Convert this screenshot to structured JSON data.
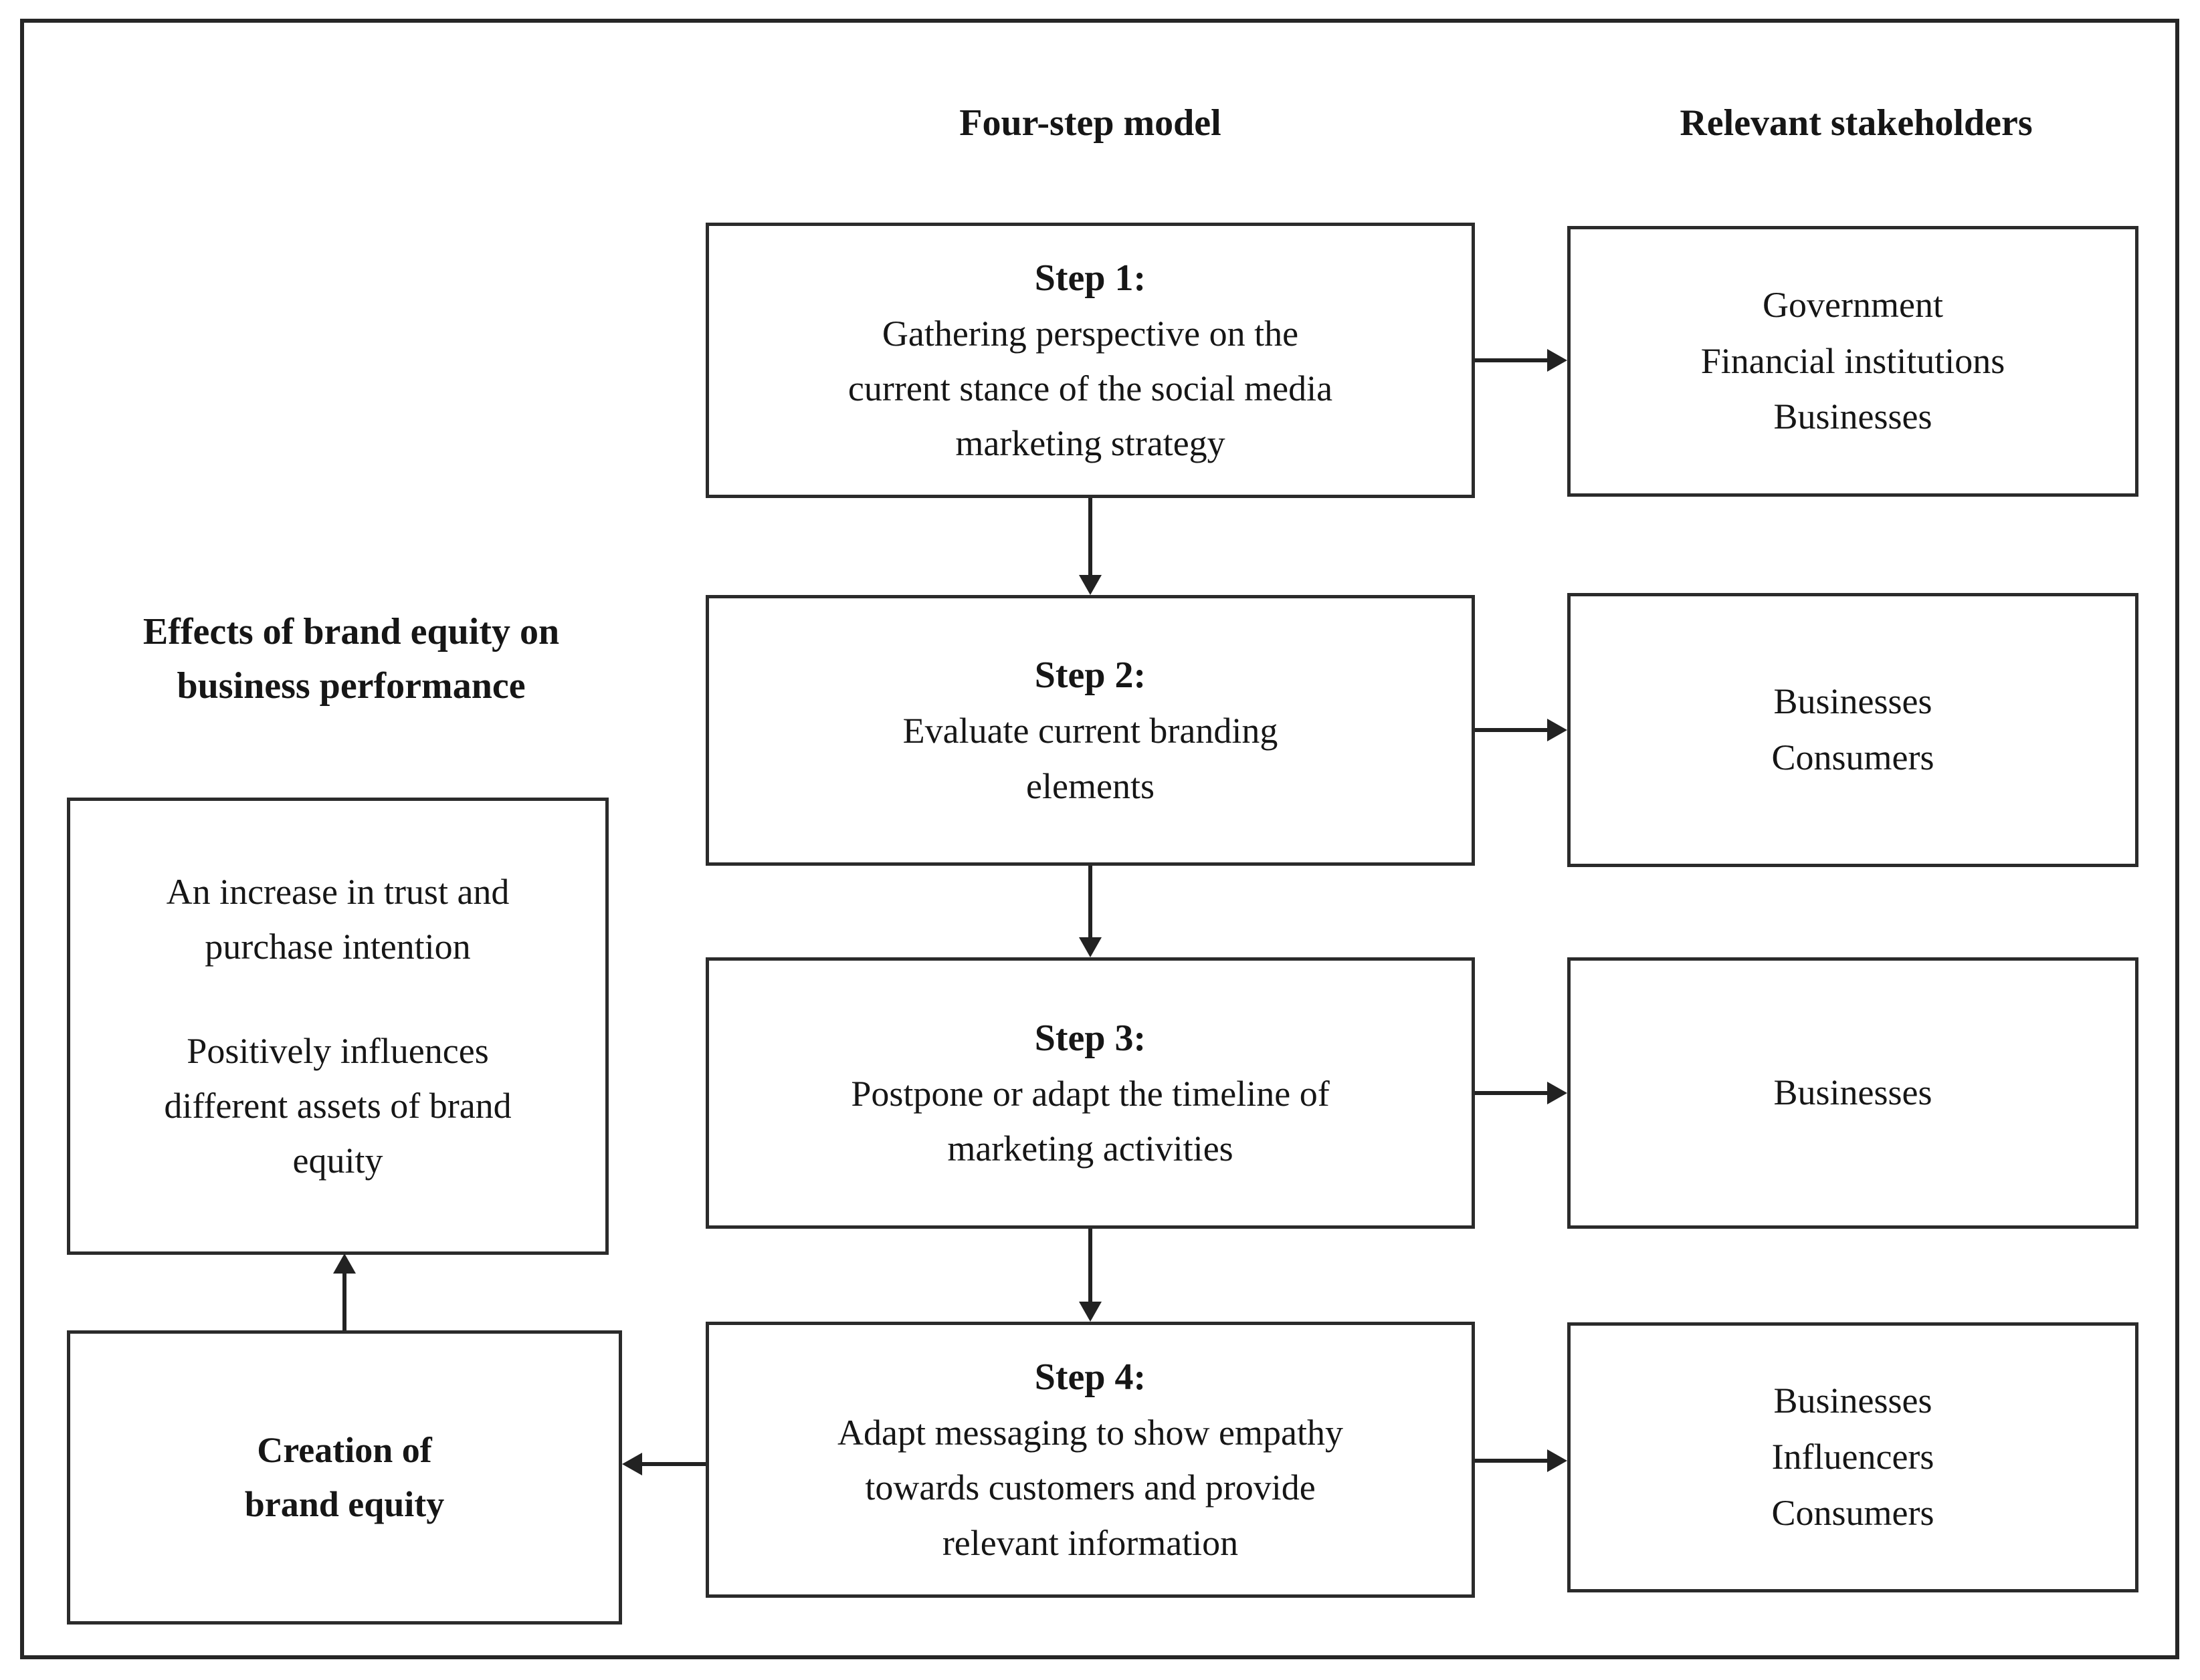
{
  "headers": {
    "four_step": "Four-step model",
    "stakeholders": "Relevant stakeholders"
  },
  "left": {
    "title": "Effects of brand equity on business performance",
    "effects_box": {
      "para1": "An increase in trust and purchase intention",
      "para2": "Positively influences different assets of brand equity"
    },
    "creation_box": {
      "label": "Creation of brand equity"
    }
  },
  "steps": [
    {
      "title": "Step 1:",
      "body": "Gathering perspective on the current stance of the social media marketing strategy",
      "stakeholders": [
        "Government",
        "Financial institutions",
        "Businesses"
      ]
    },
    {
      "title": "Step 2:",
      "body": "Evaluate current branding elements",
      "stakeholders": [
        "Businesses",
        "Consumers"
      ]
    },
    {
      "title": "Step 3:",
      "body": "Postpone or adapt the timeline of marketing activities",
      "stakeholders": [
        "Businesses"
      ]
    },
    {
      "title": "Step 4:",
      "body": "Adapt messaging to show empathy towards customers and provide relevant information",
      "stakeholders": [
        "Businesses",
        "Influencers",
        "Consumers"
      ]
    }
  ],
  "colors": {
    "border": "#2b2b2b",
    "text": "#161616",
    "background": "#ffffff"
  }
}
